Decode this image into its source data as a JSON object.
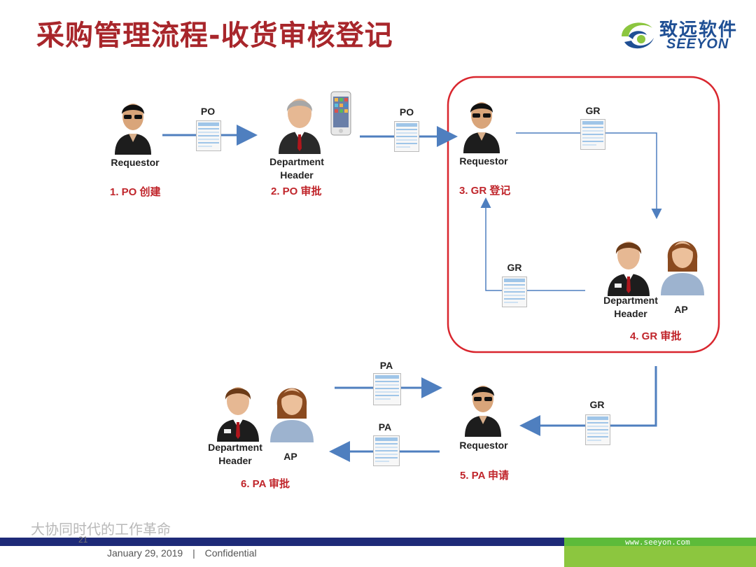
{
  "title": "采购管理流程-收货审核登记",
  "logo": {
    "cn": "致远软件",
    "en": "SEEYON",
    "icon": "seeyon-swirl-logo"
  },
  "actors": {
    "requestor_1": "Requestor",
    "dept_header_1": "Department Header",
    "requestor_3": "Requestor",
    "dept_header_4": "Department Header",
    "ap_4": "AP",
    "requestor_5": "Requestor",
    "dept_header_6": "Department Header",
    "ap_6": "AP"
  },
  "steps": {
    "s1": "1. PO 创建",
    "s2": "2. PO 审批",
    "s3": "3. GR 登记",
    "s4": "4. GR 审批",
    "s5": "5. PA 申请",
    "s6": "6. PA 审批"
  },
  "documents": {
    "d1": "PO",
    "d2": "PO",
    "d3": "GR",
    "d4": "GR",
    "d5": "PA",
    "d6": "PA",
    "d7": "GR"
  },
  "tagline": "大协同时代的工作革命",
  "footer": {
    "page": "21",
    "date": "January 29, 2019",
    "separator": "|",
    "confidential": "Confidential",
    "url": "www.seeyon.com"
  },
  "colors": {
    "title": "#a8262b",
    "step": "#c0252b",
    "highlight_box": "#d9262e",
    "arrow": "#4f7fbf",
    "footer_blue": "#1e2a78",
    "footer_green": "#5dbb3a"
  }
}
